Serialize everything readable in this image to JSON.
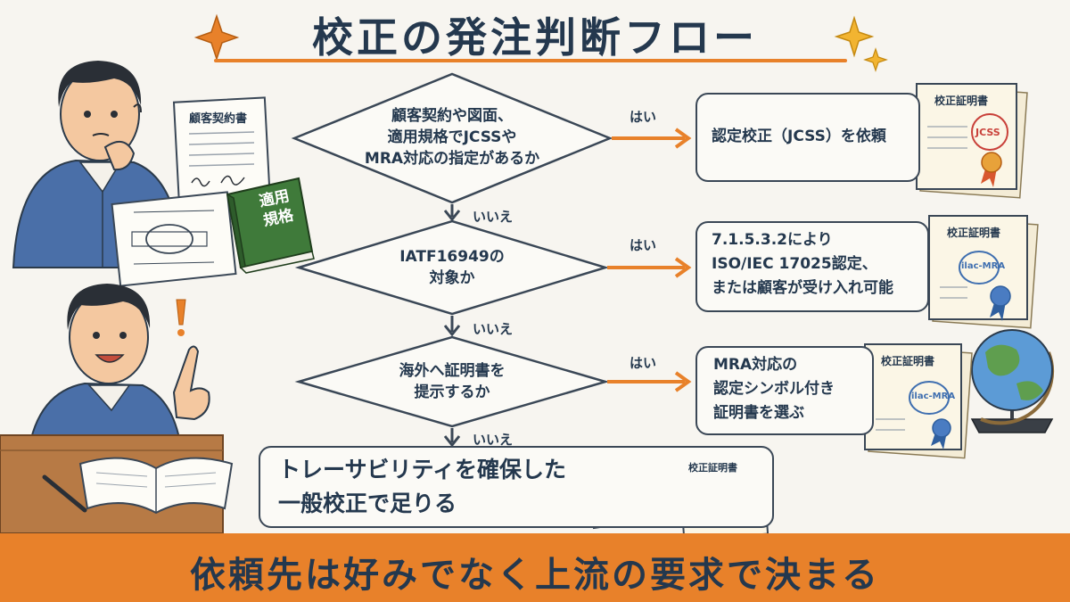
{
  "title": "校正の発注判断フロー",
  "footer": "依頼先は好みでなく上流の要求で決まる",
  "questions": [
    {
      "lines": [
        "顧客契約や図面、",
        "適用規格でJCSSや",
        "MRA対応の指定があるか"
      ]
    },
    {
      "lines": [
        "IATF16949の",
        "対象か"
      ]
    },
    {
      "lines": [
        "海外へ証明書を",
        "提示するか"
      ]
    }
  ],
  "yes_label": "はい",
  "no_label": "いいえ",
  "results": [
    {
      "lines": [
        "認定校正（JCSS）を依頼"
      ]
    },
    {
      "lines": [
        "7.1.5.3.2により",
        "ISO/IEC 17025認定、",
        "または顧客が受け入れ可能"
      ]
    },
    {
      "lines": [
        "MRA対応の",
        "認定シンボル付き",
        "証明書を選ぶ"
      ]
    }
  ],
  "final": {
    "lines": [
      "トレーサビリティを確保した",
      "一般校正で足りる"
    ]
  },
  "certificate_title": "校正証明書",
  "jcss_mark": "JCSS",
  "ilac_mark": "ilac-MRA",
  "contract_doc": "顧客契約書",
  "standard_book": [
    "適用",
    "規格"
  ],
  "colors": {
    "accent": "#e8812a",
    "navy": "#24384e",
    "line": "#3a4756",
    "cert_bg": "#fbf6e6",
    "book": "#3f7a3a"
  },
  "icons": [
    "sparkle-icon",
    "worker-thinking-icon",
    "worker-idea-icon",
    "contract-icon",
    "blueprint-icon",
    "book-icon",
    "caliper-icon",
    "globe-icon",
    "ribbon-icon",
    "exclamation-icon"
  ]
}
